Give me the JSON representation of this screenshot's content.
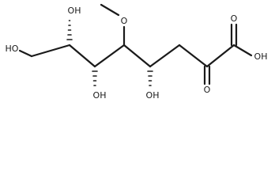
{
  "molecule": {
    "labels": {
      "oh_top_left": "OH",
      "o_methoxy": "O",
      "oh_acid": "OH",
      "o_acid_carbonyl": "O",
      "o_keto": "O",
      "ho_end": "HO",
      "oh_c6": "OH",
      "oh_c4": "OH"
    },
    "colors": {
      "ink": "#1a1a1a",
      "background": "#ffffff"
    }
  }
}
